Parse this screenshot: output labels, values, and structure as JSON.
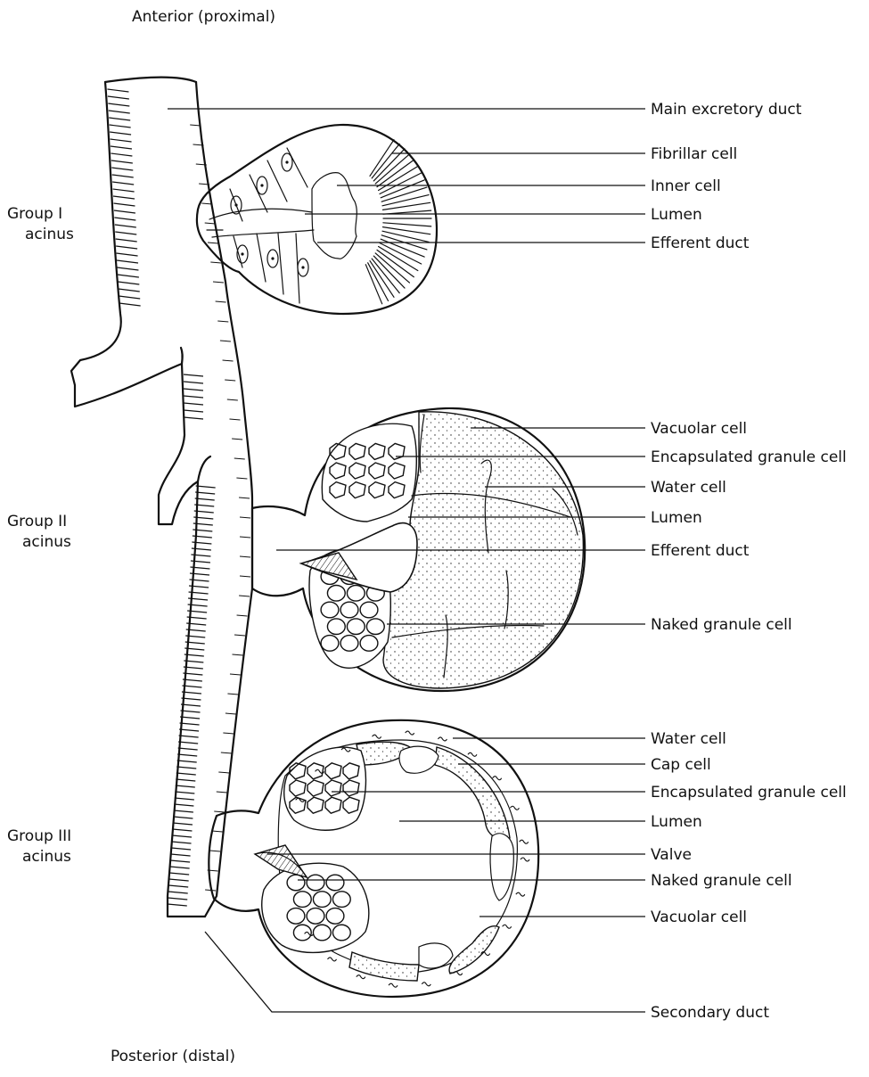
{
  "figure": {
    "top_label": "Anterior (proximal)",
    "bottom_label": "Posterior (distal)"
  },
  "groups": [
    {
      "line1": "Group I",
      "line2": "acinus"
    },
    {
      "line1": "Group II",
      "line2": "acinus"
    },
    {
      "line1": "Group III",
      "line2": "acinus"
    }
  ],
  "callouts": {
    "main_duct": "Main excretory duct",
    "g1": [
      "Fibrillar cell",
      "Inner cell",
      "Lumen",
      "Efferent duct"
    ],
    "g2": [
      "Vacuolar cell",
      "Encapsulated granule cell",
      "Water cell",
      "Lumen",
      "Efferent duct",
      "Naked granule cell"
    ],
    "g3": [
      "Water cell",
      "Cap cell",
      "Encapsulated granule cell",
      "Lumen",
      "Valve",
      "Naked granule cell",
      "Vacuolar cell"
    ],
    "secondary_duct": "Secondary duct"
  }
}
